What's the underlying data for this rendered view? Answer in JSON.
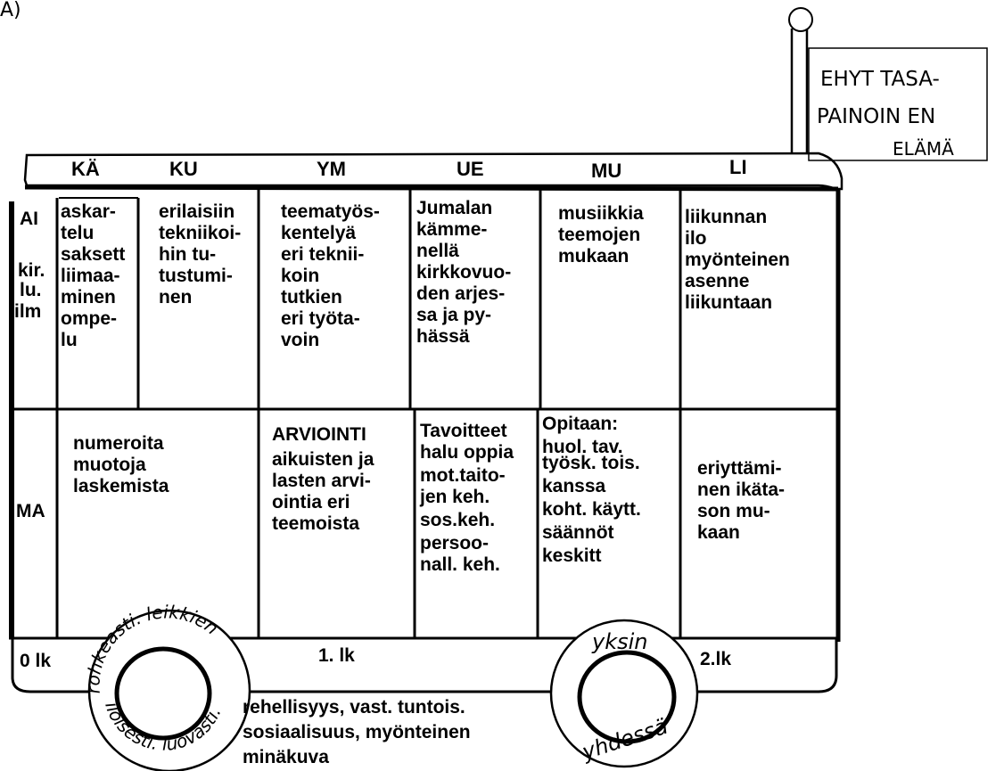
{
  "corner_mark": "A)",
  "sign": {
    "lines": [
      "EHYT TASA-",
      "PAINOIN EN",
      "ELÄMÄ"
    ]
  },
  "header_subjects": [
    "KÄ",
    "KU",
    "YM",
    "UE",
    "MU",
    "LI"
  ],
  "row1": {
    "side_label": [
      "AI",
      "kir.",
      "lu.",
      "ilm"
    ],
    "cells": [
      [
        "askar-",
        "telu",
        "saksett",
        "liimaa-",
        "minen",
        "ompe-",
        "lu"
      ],
      [
        "erilaisiin",
        "tekniikoi-",
        "hin tu-",
        "tustumi-",
        "nen"
      ],
      [
        "teematyös-",
        "kentelyä",
        "eri teknii-",
        "koin",
        "tutkien",
        "eri työta-",
        "voin"
      ],
      [
        "Jumalan",
        "kämme-",
        "nellä",
        "kirkkovuo-",
        "den arjes-",
        "sa ja py-",
        "hässä"
      ],
      [
        "musiikkia",
        "teemojen",
        "mukaan"
      ],
      [
        "liikunnan",
        "ilo",
        "myönteinen",
        "asenne",
        "liikuntaan"
      ]
    ]
  },
  "row2": {
    "side_label": "MA",
    "cells": [
      [
        "numeroita",
        "muotoja",
        "laskemista"
      ],
      [
        "ARVIOINTI",
        "aikuisten ja",
        "lasten arvi-",
        "ointia eri",
        "teemoista"
      ],
      [
        "Tavoitteet",
        "halu oppia",
        "mot.taito-",
        "jen keh.",
        "sos.keh.",
        "persoo-",
        "nall. keh."
      ],
      [
        "Opitaan:",
        "huol. tav.",
        "työsk. tois.",
        "kanssa",
        "koht. käytt.",
        "säännöt",
        "keskitt"
      ],
      [
        "eriyttämi-",
        "nen ikäta-",
        "son mu-",
        "kaan"
      ]
    ]
  },
  "grades": [
    "0 lk",
    "1. lk",
    "2.lk"
  ],
  "wheel_left_words": [
    "rohkeasti. leikkien",
    "iloisesti. luovasti."
  ],
  "wheel_right_words": [
    "yksin",
    "yhdessä"
  ],
  "values_text": [
    "rehellisyys, vast. tuntois.",
    "sosiaalisuus, myönteinen",
    "minäkuva"
  ]
}
